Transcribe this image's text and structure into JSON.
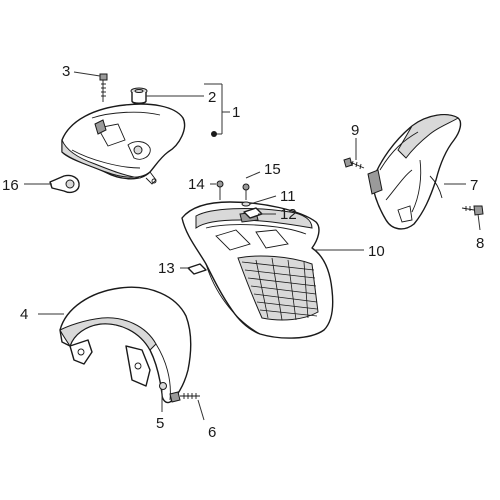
{
  "callouts": {
    "c1": "1",
    "c2": "2",
    "c3": "3",
    "c4": "4",
    "c5": "5",
    "c6": "6",
    "c7": "7",
    "c8": "8",
    "c9": "9",
    "c10": "10",
    "c11": "11",
    "c12": "12",
    "c13": "13",
    "c14": "14",
    "c15": "15",
    "c16": "16"
  },
  "colors": {
    "line": "#1a1a1a",
    "shade": "#d9d9d9",
    "background": "#ffffff"
  }
}
